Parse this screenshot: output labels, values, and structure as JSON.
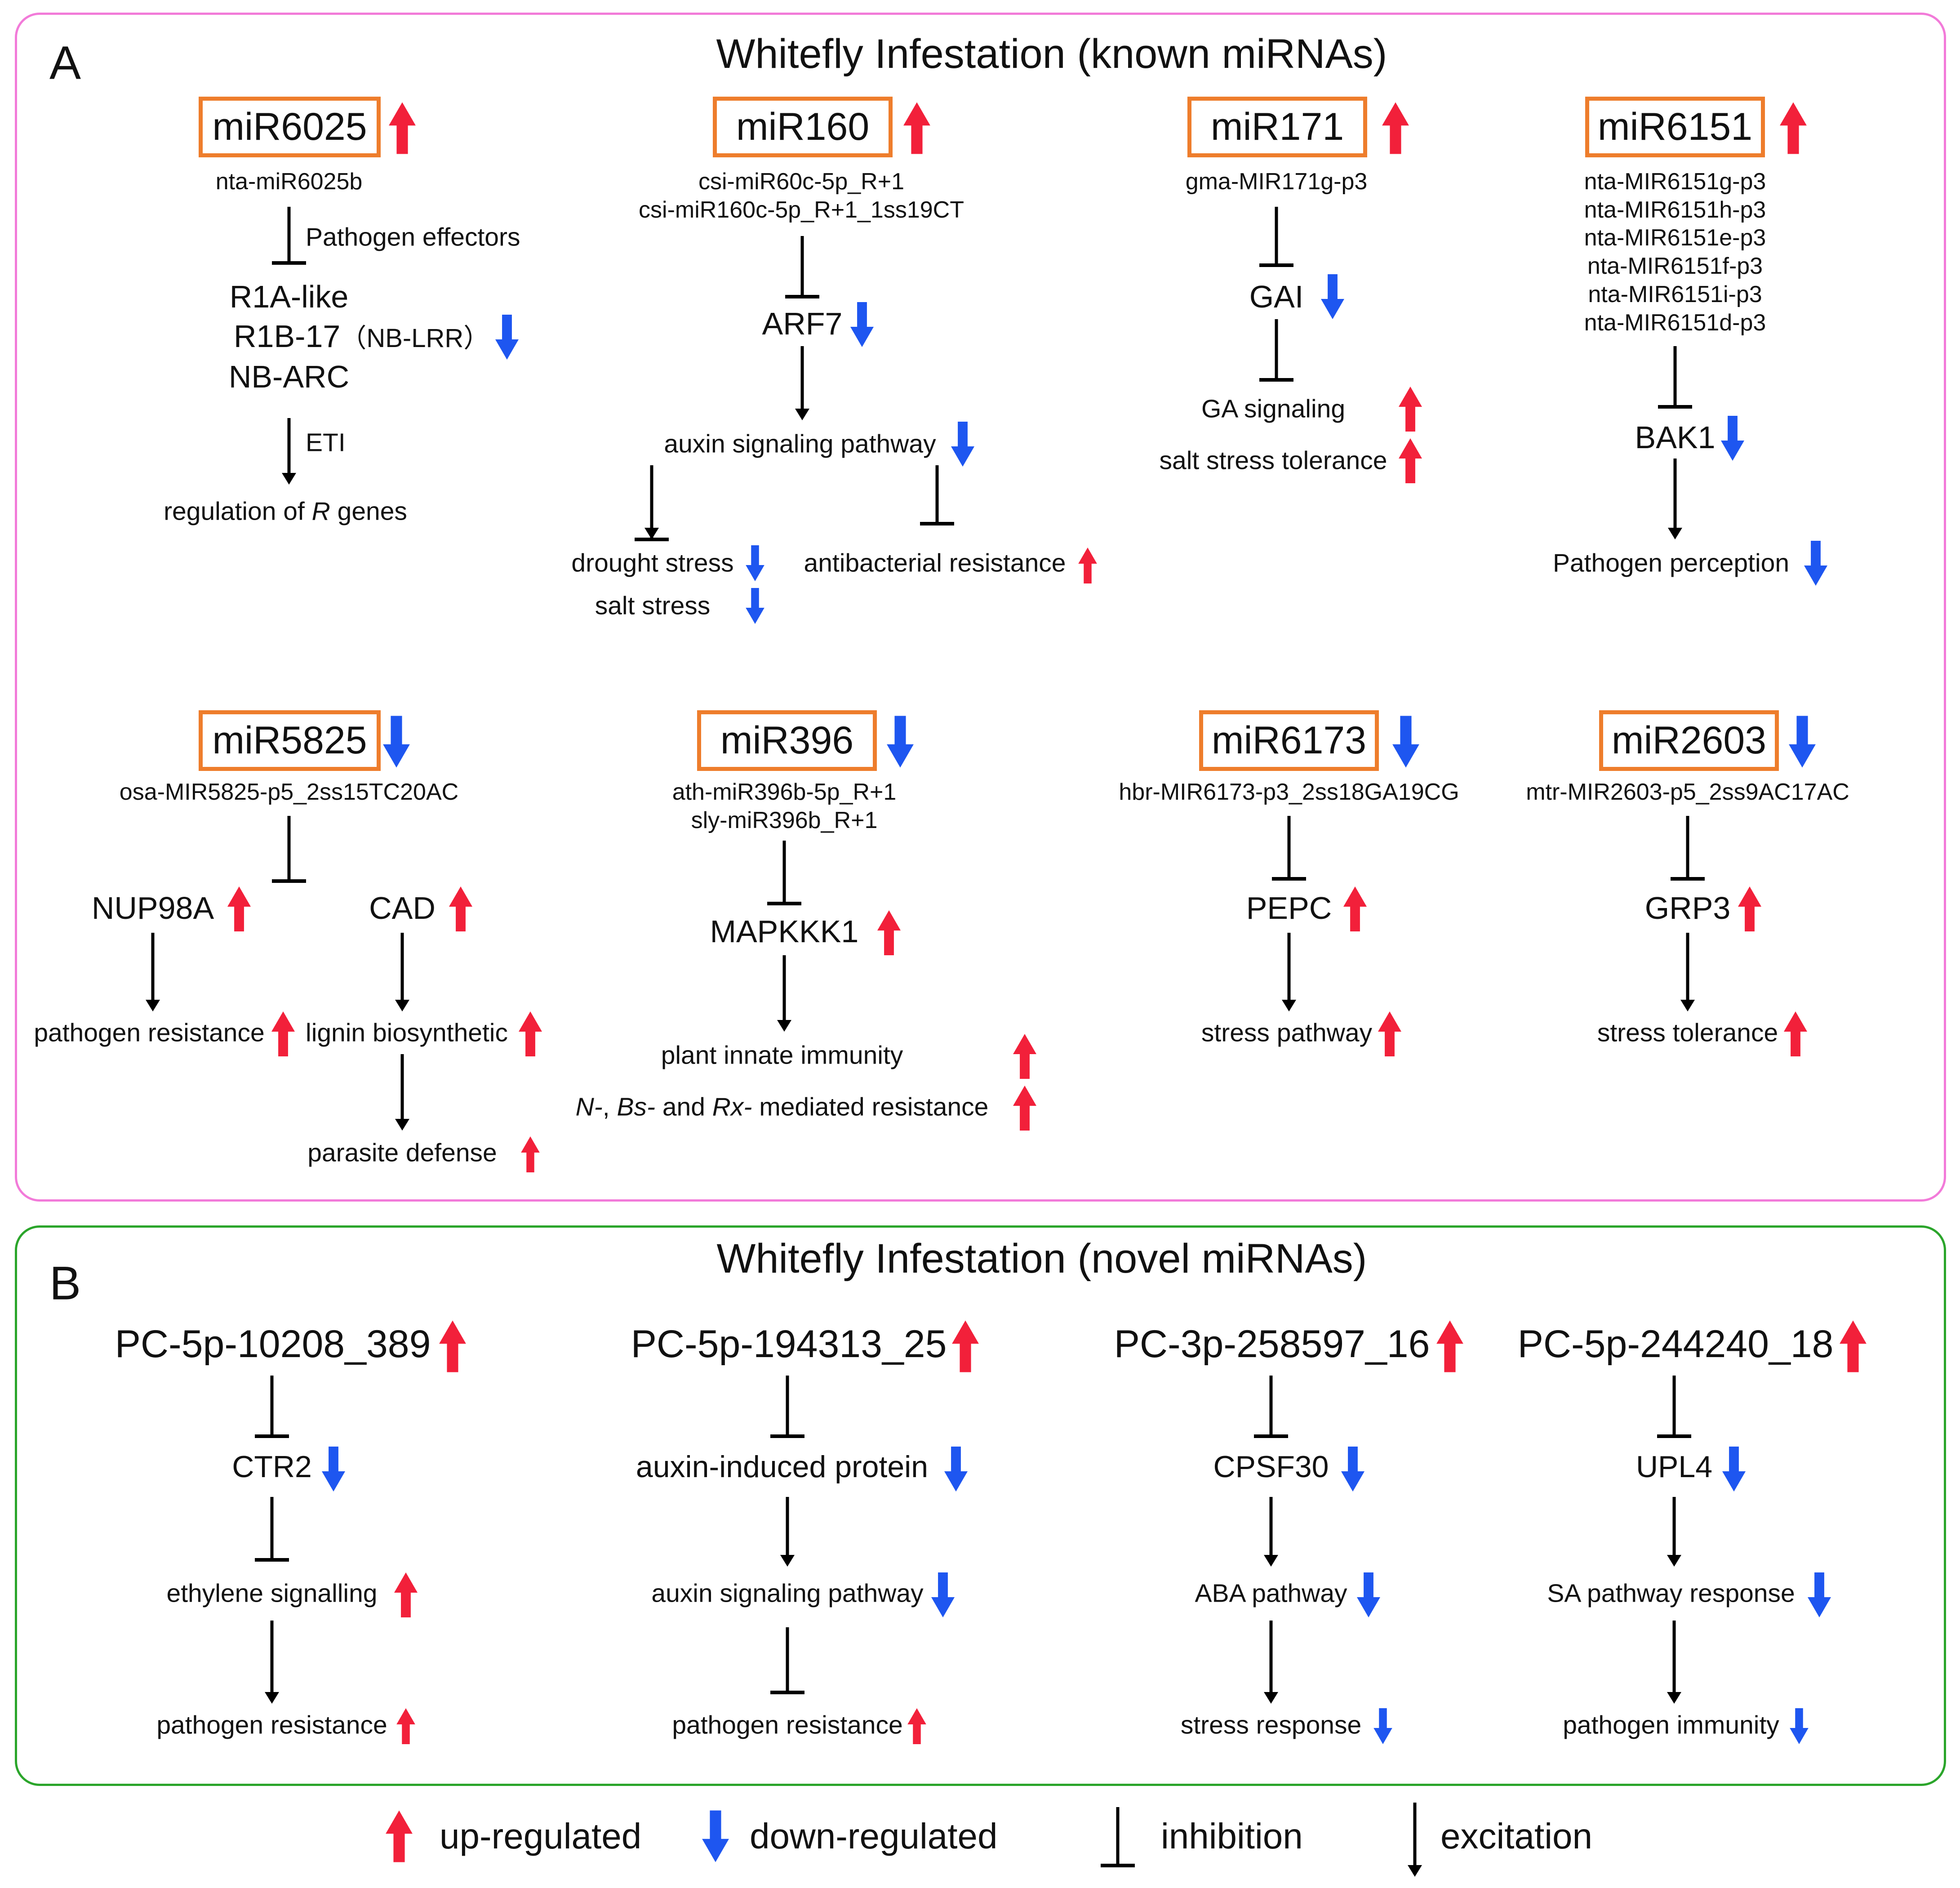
{
  "colors": {
    "up": "#f2203a",
    "down": "#1e56f0",
    "panel_a_border": "#f27bd9",
    "panel_b_border": "#2ba52b",
    "mirna_box": "#ee7d2c",
    "line": "#000000"
  },
  "panel_a": {
    "letter": "A",
    "title": "Whitefly Infestation (known miRNAs)",
    "c1": {
      "mirna": "miR6025",
      "id": "nta-miR6025b",
      "edge_label": "Pathogen effectors",
      "target1": "R1A-like",
      "target2a": "R1B-17",
      "target2b": "（NB-LRR）",
      "target3": "NB-ARC",
      "edge2_label": "ETI",
      "proc_pre": "regulation of ",
      "proc_italic": "R",
      "proc_post": " genes"
    },
    "c2": {
      "mirna": "miR160",
      "id1": "csi-miR60c-5p_R+1",
      "id2": "csi-miR160c-5p_R+1_1ss19CT",
      "target": "ARF7",
      "pathway": "auxin signaling pathway",
      "out1": "drought stress",
      "out2": "salt stress",
      "out3": "antibacterial resistance"
    },
    "c3": {
      "mirna": "miR171",
      "id": "gma-MIR171g-p3",
      "target": "GAI",
      "out1": "GA signaling",
      "out2": "salt stress tolerance"
    },
    "c4": {
      "mirna": "miR6151",
      "ids": [
        "nta-MIR6151g-p3",
        "nta-MIR6151h-p3",
        "nta-MIR6151e-p3",
        "nta-MIR6151f-p3",
        "nta-MIR6151i-p3",
        "nta-MIR6151d-p3"
      ],
      "target": "BAK1",
      "out": "Pathogen perception"
    },
    "c5": {
      "mirna": "miR5825",
      "id": "osa-MIR5825-p5_2ss15TC20AC",
      "target1": "NUP98A",
      "target2": "CAD",
      "out1": "pathogen resistance",
      "out2": "lignin biosynthetic",
      "out3": "parasite defense"
    },
    "c6": {
      "mirna": "miR396",
      "id1": "ath-miR396b-5p_R+1",
      "id2": "sly-miR396b_R+1",
      "target": "MAPKKK1",
      "out1": "plant innate immunity",
      "out2_n": "N-",
      "out2_sep1": ", ",
      "out2_bs": "Bs-",
      "out2_sep2": " and ",
      "out2_rx": "Rx-",
      "out2_post": " mediated resistance"
    },
    "c7": {
      "mirna": "miR6173",
      "id": "hbr-MIR6173-p3_2ss18GA19CG",
      "target": "PEPC",
      "out": "stress pathway"
    },
    "c8": {
      "mirna": "miR2603",
      "id": "mtr-MIR2603-p5_2ss9AC17AC",
      "target": "GRP3",
      "out": "stress tolerance"
    }
  },
  "panel_b": {
    "letter": "B",
    "title": "Whitefly Infestation (novel miRNAs)",
    "c1": {
      "mirna": "PC-5p-10208_389",
      "target": "CTR2",
      "out1": "ethylene signalling",
      "out2": "pathogen resistance"
    },
    "c2": {
      "mirna": "PC-5p-194313_25",
      "target": "auxin-induced protein",
      "out1": "auxin signaling pathway",
      "out2": "pathogen resistance"
    },
    "c3": {
      "mirna": "PC-3p-258597_16",
      "target": "CPSF30",
      "out1": "ABA pathway",
      "out2": "stress response"
    },
    "c4": {
      "mirna": "PC-5p-244240_18",
      "target": "UPL4",
      "out1": "SA pathway response",
      "out2": "pathogen immunity"
    }
  },
  "legend": {
    "up": "up-regulated",
    "down": "down-regulated",
    "inhibition": "inhibition",
    "excitation": "excitation"
  }
}
